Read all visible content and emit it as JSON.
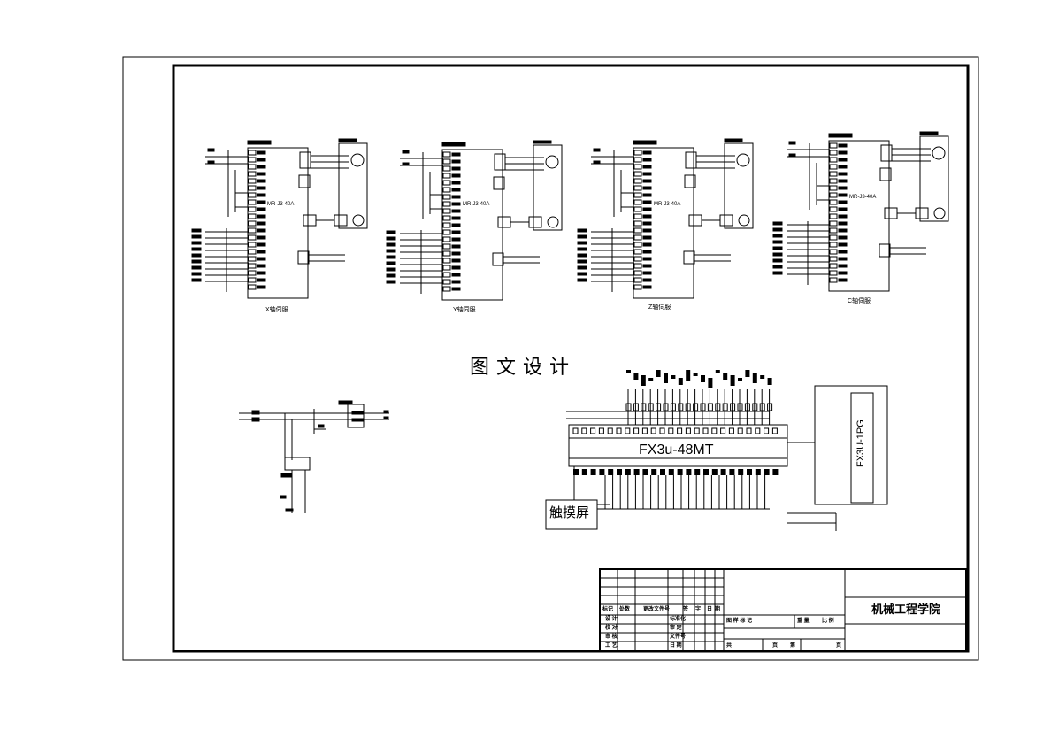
{
  "drives": [
    {
      "model": "MR-J3-40A",
      "title": "X轴伺服"
    },
    {
      "model": "MR-J3-40A",
      "title": "Y轴伺服"
    },
    {
      "model": "MR-J3-40A",
      "title": "Z轴伺服"
    },
    {
      "model": "MR-J3-40A",
      "title": "C轴伺服"
    }
  ],
  "watermark": "图文设计",
  "plc": {
    "label": "FX3u-48MT"
  },
  "pulse_module": {
    "label": "FX3U-1PG"
  },
  "touch_screen": {
    "label": "触摸屏"
  },
  "title_block": {
    "school": "机械工程学院",
    "row_labels": [
      "标记",
      "处数",
      "更改文件号",
      "签",
      "字",
      "日",
      "期"
    ],
    "design": "设 计",
    "std": "标准化",
    "check": "校 对",
    "audit": "审 核",
    "approve": "审 定",
    "process": "工 艺",
    "docno": "文件号",
    "date": "日 期",
    "stage": "图 样 标 记",
    "weight": "重 量",
    "scale": "比 例",
    "total": "共",
    "sheet": "页",
    "no": "第",
    "sheet2": "页"
  }
}
